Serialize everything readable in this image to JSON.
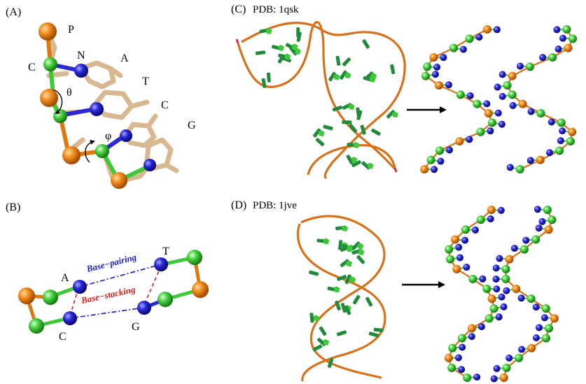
{
  "panels": {
    "a": {
      "label": "(A)",
      "atoms": {
        "p": "P",
        "c": "C",
        "n": "N"
      },
      "bases": {
        "a": "A",
        "t": "T",
        "c": "C",
        "g": "G"
      },
      "angles": {
        "theta": "θ",
        "phi": "φ"
      }
    },
    "b": {
      "label": "(B)",
      "bases": {
        "a": "A",
        "t": "T",
        "c": "C",
        "g": "G"
      },
      "pairing": "Base−pairing",
      "stacking": "Base−stacking"
    },
    "c": {
      "label": "(C)",
      "pdb": "PDB: 1qsk"
    },
    "d": {
      "label": "(D)",
      "pdb": "PDB: 1jve"
    }
  },
  "colors": {
    "phosphate": "#e07810",
    "carbon": "#3ec83a",
    "nitrogen": "#2a2ad0",
    "backbone": "#d9701a",
    "base_stick": "#d8b890",
    "pairing_line": "#1a1ad8",
    "stacking_line": "#e01a1a",
    "base_block": "#1e8a3a"
  }
}
